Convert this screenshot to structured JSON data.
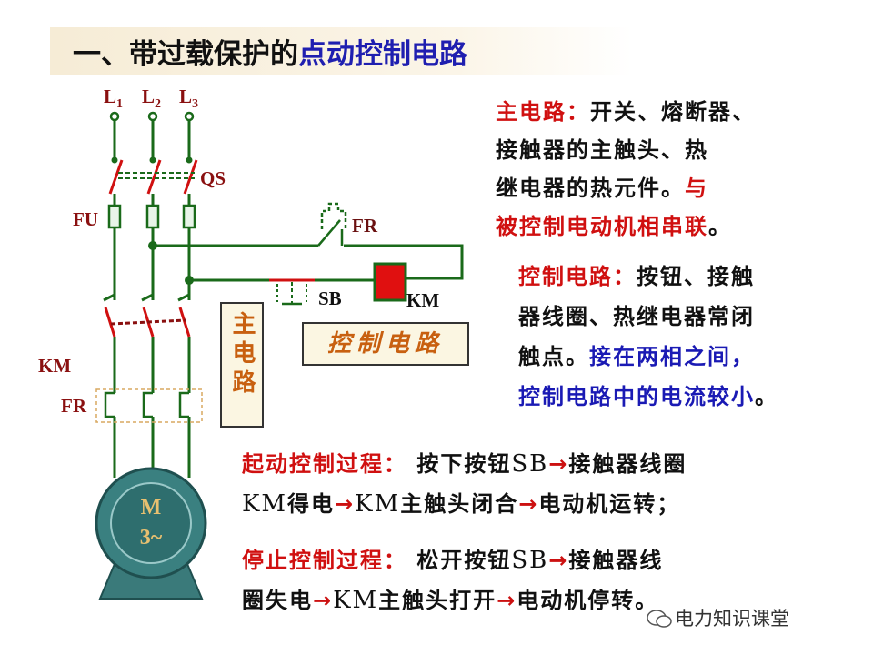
{
  "title": {
    "part1": "一、带过载保护的",
    "part2": "点动控制电路"
  },
  "main_circuit_text": {
    "label": "主电路：",
    "line1": "开关、熔断器、",
    "line2": "接触器的主触头、热",
    "line3": "继电器的热元件。",
    "highlight_a": "与",
    "highlight_b": "被控制电动机相串联",
    "end": "。"
  },
  "control_circuit_text": {
    "label": "控制电路：",
    "line1": "按钮、接触",
    "line2": "器线圈、热继电器常闭",
    "line3": "触点。",
    "highlight_a": "接在两相之间，",
    "highlight_b": "控制电路中的电流较小",
    "end": "。"
  },
  "start_process": {
    "label": "起动控制过程：",
    "l1_a": "按下按钮",
    "l1_sb": "SB",
    "l1_b": "接触器线圈",
    "l2_km1": "KM",
    "l2_a": "得电",
    "l2_km2": "KM",
    "l2_b": "主触头闭合",
    "l2_c": "电动机运转；"
  },
  "stop_process": {
    "label": "停止控制过程：",
    "l1_a": "松开按钮",
    "l1_sb": "SB",
    "l1_b": "接触器线",
    "l2_a": "圈失电",
    "l2_km": "KM",
    "l2_b": "主触头打开",
    "l2_c": "电动机停转。"
  },
  "arrow_glyph": "→",
  "diagram_labels": {
    "L": "L",
    "l1_sub": "1",
    "l2_sub": "2",
    "l3_sub": "3",
    "qs": "QS",
    "fu": "FU",
    "km": "KM",
    "fr": "FR",
    "ctrl_fr": "FR",
    "ctrl_sb": "SB",
    "ctrl_km": "KM",
    "motor_m": "M",
    "motor_phase": "3~"
  },
  "box_main": "主电路",
  "box_control": "控制电路",
  "watermark": "电力知识课堂",
  "colors": {
    "wire": "#1a6a1a",
    "red": "#d01010",
    "blue": "#1a1ab4",
    "label_darkred": "#8a1010",
    "coil": "#e01010",
    "motor": "#2a6a6a"
  }
}
